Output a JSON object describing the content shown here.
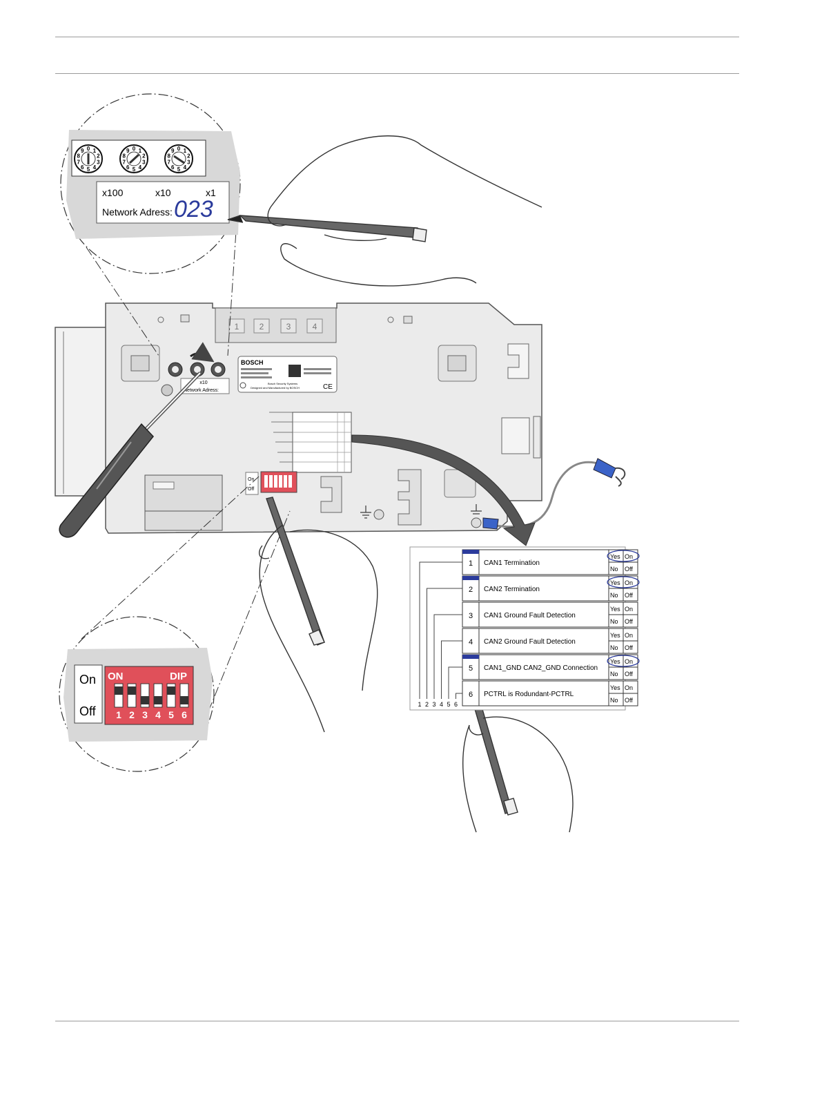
{
  "rotary_detail": {
    "multipliers": [
      "x100",
      "x10",
      "x1"
    ],
    "address_label": "Network Adress:",
    "address_value": "023",
    "dial_digits": [
      "0",
      "1",
      "2",
      "3",
      "4",
      "5",
      "6",
      "7",
      "8",
      "9"
    ]
  },
  "board": {
    "brand": "BOSCH",
    "slot_numbers": [
      "1",
      "2",
      "3",
      "4"
    ],
    "small_label_x10": "x10",
    "small_label_address": "Network Adress:",
    "label_line_1": "Bosch Security Systems",
    "label_line_2": "Designed and Manufactured by BOSCH",
    "ce_mark": "CE",
    "switch_on": "On",
    "switch_off": "Off"
  },
  "dip_detail": {
    "on_label": "On",
    "off_label": "Off",
    "on_text": "ON",
    "dip_text": "DIP",
    "numbers": [
      "1",
      "2",
      "3",
      "4",
      "5",
      "6"
    ]
  },
  "dip_table": {
    "rows": [
      {
        "num": "1",
        "label": "CAN1 Termination",
        "yes": "Yes",
        "no": "No",
        "on": "On",
        "off": "Off",
        "selected": "on"
      },
      {
        "num": "2",
        "label": "CAN2 Termination",
        "yes": "Yes",
        "no": "No",
        "on": "On",
        "off": "Off",
        "selected": "on"
      },
      {
        "num": "3",
        "label": "CAN1 Ground Fault Detection",
        "yes": "Yes",
        "no": "No",
        "on": "On",
        "off": "Off",
        "selected": "off"
      },
      {
        "num": "4",
        "label": "CAN2 Ground Fault Detection",
        "yes": "Yes",
        "no": "No",
        "on": "On",
        "off": "Off",
        "selected": "off"
      },
      {
        "num": "5",
        "label": "CAN1_GND CAN2_GND Connection",
        "yes": "Yes",
        "no": "No",
        "on": "On",
        "off": "Off",
        "selected": "on"
      },
      {
        "num": "6",
        "label": "PCTRL is Rodundant-PCTRL",
        "yes": "Yes",
        "no": "No",
        "on": "On",
        "off": "Off",
        "selected": "off"
      }
    ],
    "bottom_numbers": [
      "1",
      "2",
      "3",
      "4",
      "5",
      "6"
    ]
  },
  "colors": {
    "ink_blue": "#2b3b9c",
    "dip_red": "#e0505a",
    "board_grey": "#ebebeb",
    "cable_blue": "#3b63c8"
  }
}
